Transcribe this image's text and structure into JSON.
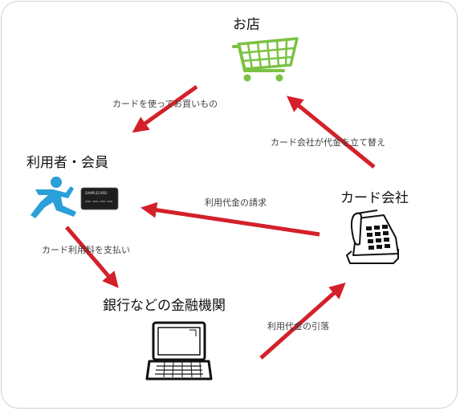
{
  "nodes": {
    "store": {
      "label": "お店",
      "icon": "shopping-cart-icon"
    },
    "member": {
      "label": "利用者・会員",
      "icons": [
        "running-person-icon",
        "credit-card-icon"
      ]
    },
    "card_company": {
      "label": "カード会社",
      "icon": "telephone-icon"
    },
    "bank": {
      "label": "銀行などの金融機関",
      "icon": "laptop-icon"
    }
  },
  "card": {
    "brand_text": "SAMPLECARD",
    "number_text": "0000 0000 0000 0000"
  },
  "edges": {
    "member_to_store": "カードを使ってお買いもの",
    "company_to_store": "カード会社が代金を立て替え",
    "company_to_member": "利用代金の請求",
    "member_to_bank": "カード利用料を支払い",
    "bank_to_company": "利用代金の引落"
  },
  "colors": {
    "arrow": "#d4202a",
    "cart": "#7cc242",
    "runner": "#2a9fd8",
    "text": "#111111",
    "edge_text": "#3f3f3f"
  }
}
